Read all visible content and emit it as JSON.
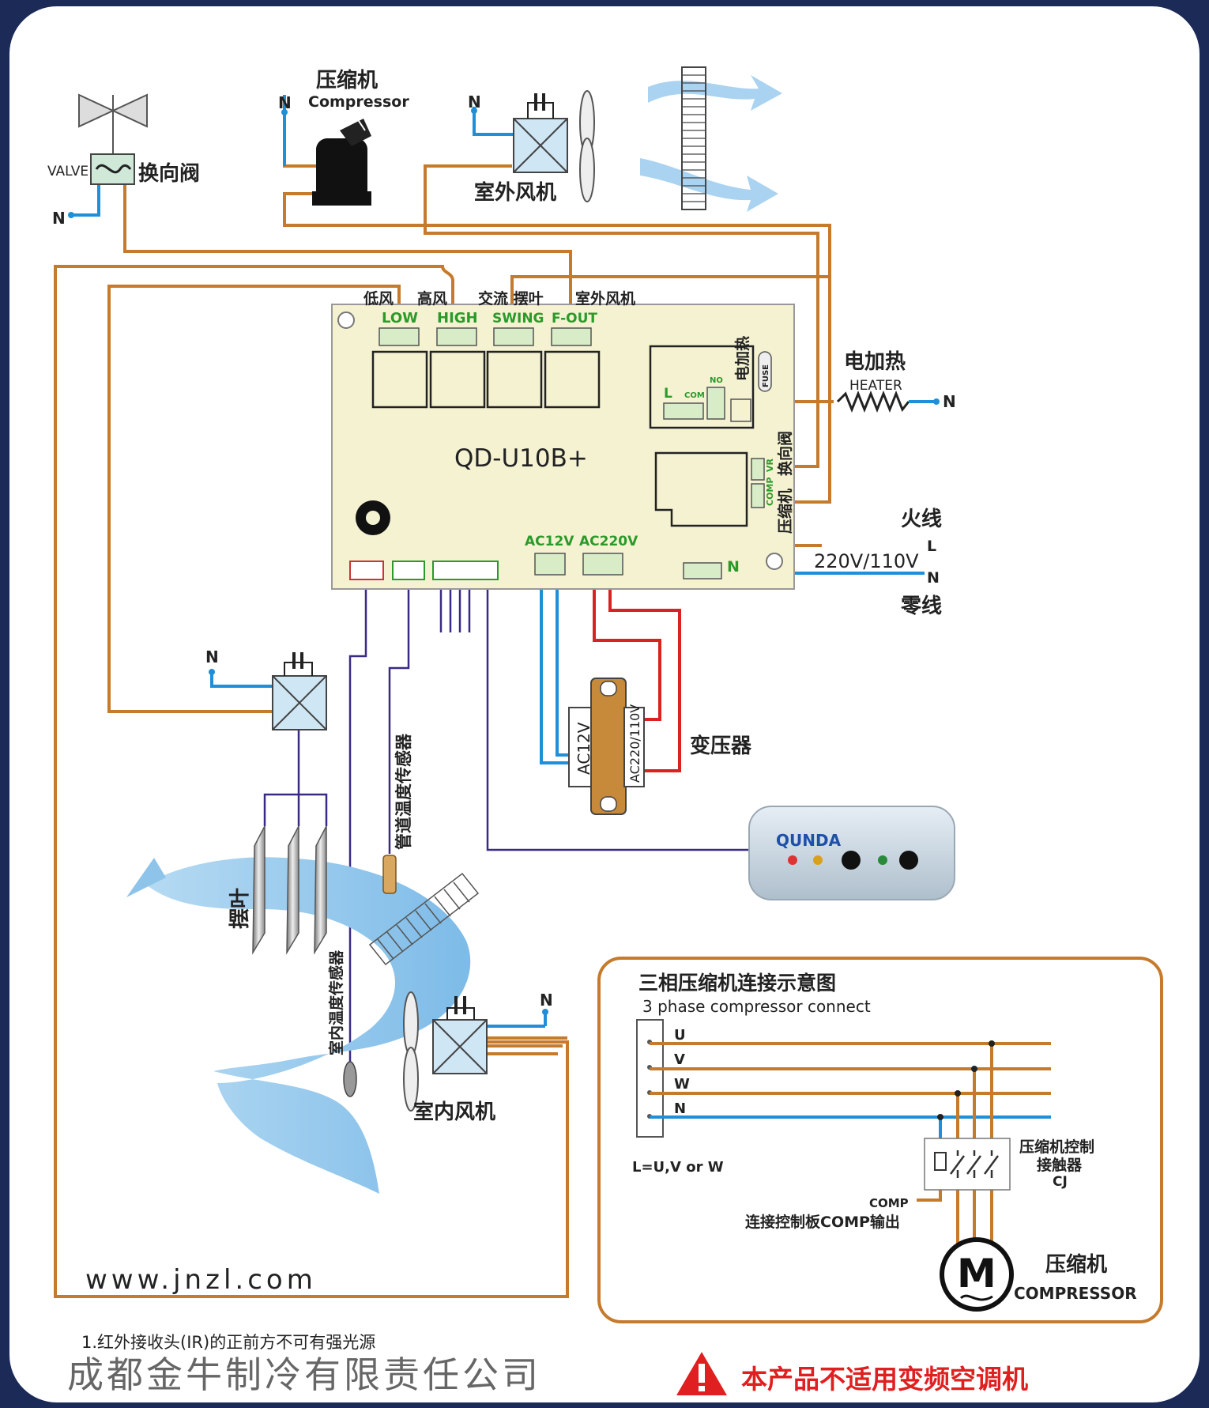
{
  "valve": {
    "valve_label": "VALVE",
    "reversing_valve": "换向阀",
    "neutral": "N"
  },
  "compressor": {
    "title_cn": "压缩机",
    "title_en": "Compressor",
    "neutral": "N"
  },
  "outdoor_fan": {
    "label": "室外风机",
    "neutral": "N"
  },
  "board": {
    "model": "QD-U10B+",
    "relays": [
      {
        "cn": "低风",
        "en": "LOW"
      },
      {
        "cn": "高风",
        "en": "HIGH"
      },
      {
        "cn": "交流 摆叶",
        "en": "SWING"
      },
      {
        "cn": "室外风机",
        "en": "F-OUT"
      }
    ],
    "relay_L": "L",
    "relay_COM": "COM",
    "relay_NO": "NO",
    "heater_cn": "电加热",
    "fuse": "FUSE",
    "vr": "VR",
    "comp": "COMP",
    "reversing_valve": "换向阀",
    "compressor": "压缩机",
    "ac12v": "AC12V",
    "ac220v": "AC220V",
    "neutral": "N"
  },
  "heater": {
    "cn": "电加热",
    "en": "HEATER",
    "neutral": "N"
  },
  "power": {
    "live_cn": "火线",
    "live": "L",
    "voltage": "220V/110V",
    "neutral": "N",
    "neutral_cn": "零线"
  },
  "transformer": {
    "label": "变压器",
    "secondary": "AC12V",
    "primary": "AC220/110V"
  },
  "remote": {
    "brand": "QUNDA"
  },
  "indoor": {
    "swing_motor_neutral": "N",
    "louver": "摆叶",
    "pipe_sensor": "管道温度传感器",
    "room_sensor": "室内温度传感器",
    "fan": "室内风机",
    "fan_neutral": "N"
  },
  "website": "www.jnzl.com",
  "three_phase": {
    "title_cn": "三相压缩机连接示意图",
    "title_en": "3 phase compressor connect",
    "lines": [
      "U",
      "V",
      "W",
      "N"
    ],
    "note": "L=U,V or W",
    "contactor": [
      "压缩机控制",
      "接触器",
      "CJ"
    ],
    "comp": "COMP",
    "comp_note": "连接控制板COMP输出",
    "motor": "M",
    "compressor_cn": "压缩机",
    "compressor_en": "COMPRESSOR"
  },
  "footer": {
    "note": "1.红外接收头(IR)的正前方不可有强光源",
    "company": "成都金牛制冷有限责任公司",
    "warning": "本产品不适用变频空调机"
  },
  "colors": {
    "wire_brown": "#c57a2c",
    "wire_blue": "#1e8fd8",
    "wire_red": "#d92323",
    "wire_purple": "#3a2a86",
    "board": "#f5f2d2",
    "panel": "#ffffff",
    "frame": "#1c2a58"
  }
}
